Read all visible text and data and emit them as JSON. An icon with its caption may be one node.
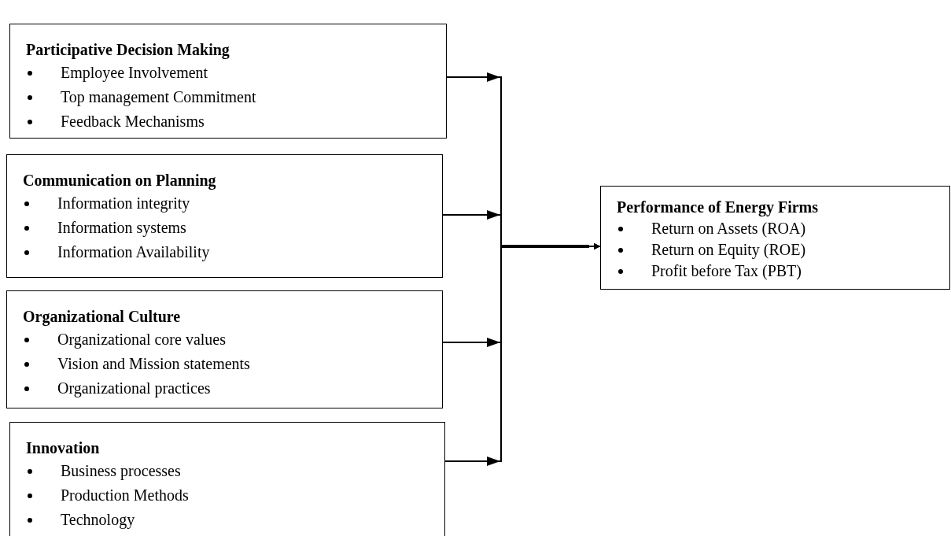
{
  "diagram": {
    "nodes": [
      {
        "text": [
          "Participative Decision Making",
          "Employee Involvement",
          "Top management Commitment",
          "Feedback Mechanisms"
        ]
      },
      {
        "text": [
          "Communication on Planning",
          "Information integrity",
          "Information systems",
          "Information Availability"
        ]
      },
      {
        "text": [
          "Organizational Culture",
          "Organizational core values",
          "Vision and Mission statements",
          "Organizational practices"
        ]
      },
      {
        "text": [
          "Innovation",
          "Business processes",
          "Production Methods",
          "Technology"
        ]
      },
      {
        "text": [
          "Performance of Energy Firms",
          "Return on Assets (ROA)",
          "Return on Equity (ROE)",
          "Profit before Tax (PBT)"
        ]
      }
    ],
    "edges": [
      {
        "from": 0,
        "to": 4,
        "arrow": "to"
      },
      {
        "from": 1,
        "to": 4,
        "arrow": "to"
      },
      {
        "from": 2,
        "to": 4,
        "arrow": "to"
      },
      {
        "from": 3,
        "to": 4,
        "arrow": "to"
      }
    ]
  }
}
